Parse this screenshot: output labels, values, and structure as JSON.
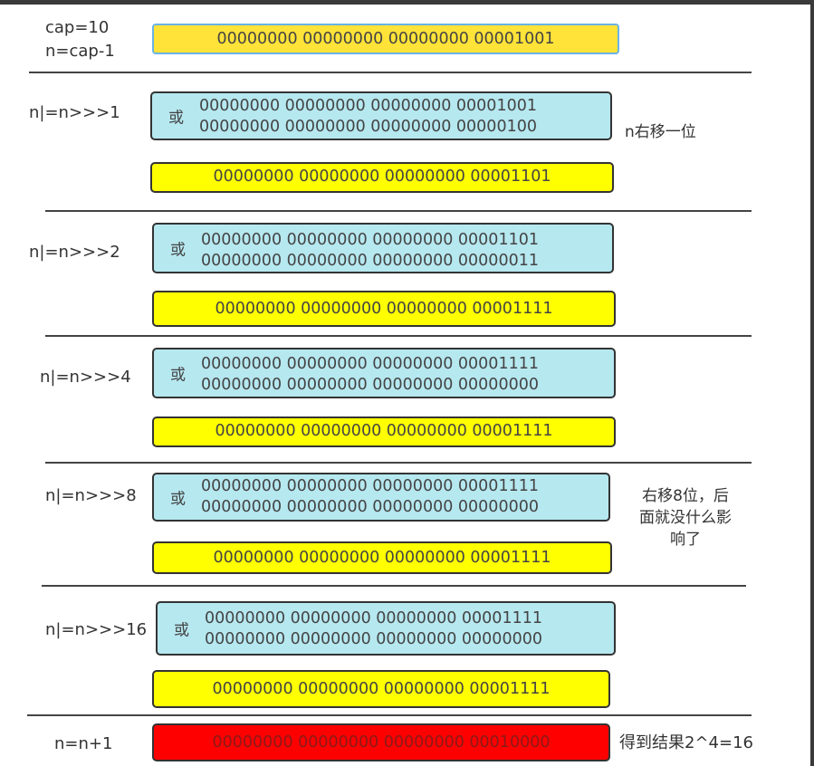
{
  "header": {
    "cap": "cap=10",
    "assign": "n=cap-1"
  },
  "initial_value": "00000000 00000000 00000000 00001001",
  "or_symbol": "或",
  "steps": [
    {
      "label": "n|=n>>>1",
      "operand_a": "00000000 00000000 00000000 00001001",
      "operand_b": "00000000 00000000 00000000 00000100",
      "result": "00000000 00000000 00000000 00001101",
      "note": "n右移一位"
    },
    {
      "label": "n|=n>>>2",
      "operand_a": "00000000 00000000 00000000 00001101",
      "operand_b": "00000000 00000000 00000000 00000011",
      "result": "00000000 00000000 00000000 00001111"
    },
    {
      "label": "n|=n>>>4",
      "operand_a": "00000000 00000000 00000000 00001111",
      "operand_b": "00000000 00000000 00000000 00000000",
      "result": "00000000 00000000 00000000 00001111"
    },
    {
      "label": "n|=n>>>8",
      "operand_a": "00000000 00000000 00000000 00001111",
      "operand_b": "00000000 00000000 00000000 00000000",
      "result": "00000000 00000000 00000000 00001111",
      "note_lines": [
        "右移8位，后",
        "面就没什么影",
        "响了"
      ]
    },
    {
      "label": "n|=n>>>16",
      "operand_a": "00000000 00000000 00000000 00001111",
      "operand_b": "00000000 00000000 00000000 00000000",
      "result": "00000000 00000000 00000000 00001111"
    }
  ],
  "final": {
    "label": "n=n+1",
    "value": "00000000 00000000 00000000 00010000",
    "note": "得到结果2^4=16"
  },
  "colors": {
    "result": "#ffff00",
    "initial": "#ffe338",
    "operands": "#b6e8f0",
    "final": "#ff0000"
  }
}
